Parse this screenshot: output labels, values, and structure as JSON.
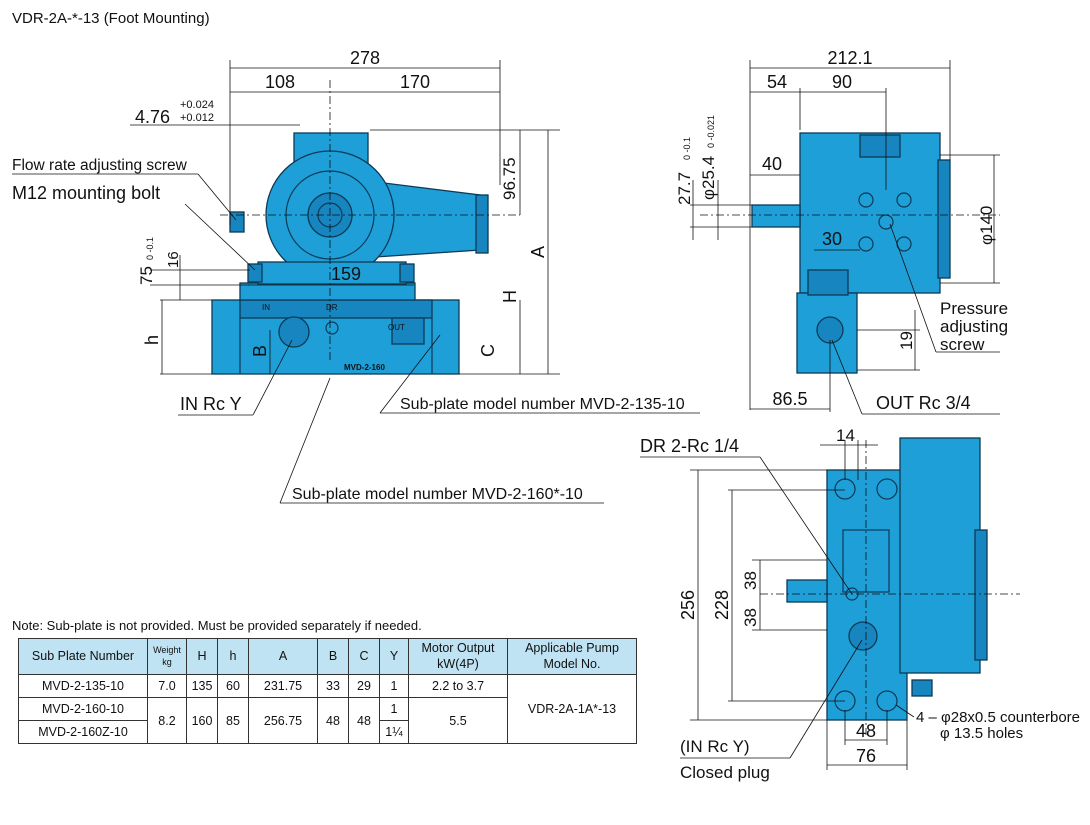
{
  "title": "VDR-2A-*-13 (Foot Mounting)",
  "note": "Note: Sub-plate is not provided. Must be provided separately if needed.",
  "colors": {
    "pump_body": "#1e9fd8",
    "header_fill": "#bfe3f2"
  },
  "front_view": {
    "dims": {
      "overall": "278",
      "left": "108",
      "right": "170",
      "height_upper": "96.75",
      "a": "A",
      "h_cap": "H",
      "c": "C",
      "h_low": "h",
      "b": "B",
      "foot_span": "159",
      "d16": "16",
      "d75": "75",
      "d75_tol": "0 -0.1",
      "shaft": "4.76",
      "shaft_tol_plus": "+0.024",
      "shaft_tol_minus": "+0.012"
    },
    "labels": {
      "flow_screw": "Flow rate adjusting screw",
      "mount_bolt": "M12 mounting bolt",
      "in_port": "IN Rc Y",
      "subplate_135": "Sub-plate model number MVD-2-135-10",
      "subplate_160": "Sub-plate model number MVD-2-160*-10",
      "plate_text": "MVD-2-160",
      "mark_in": "IN",
      "mark_dr": "DR",
      "mark_out": "OUT"
    }
  },
  "side_view": {
    "dims": {
      "overall": "212.1",
      "d54": "54",
      "d90": "90",
      "d40": "40",
      "d30": "30",
      "d140": "φ140",
      "d27": "27.7",
      "d27_tol": "0 -0.1",
      "d25": "φ25.4",
      "d25_tol": "0 -0.021",
      "d19": "19",
      "d865": "86.5"
    },
    "labels": {
      "pressure_screw": "Pressure adjusting screw",
      "out_port": "OUT Rc 3/4"
    }
  },
  "bottom_view": {
    "dims": {
      "d14": "14",
      "d256": "256",
      "d228": "228",
      "d38a": "38",
      "d38b": "38",
      "d48": "48",
      "d76": "76"
    },
    "labels": {
      "dr_port": "DR 2-Rc 1/4",
      "counterbore": "4 – φ28x0.5 counterbore",
      "holes": "φ 13.5 holes",
      "in_port": "(IN Rc Y)",
      "closed_plug": "Closed plug"
    }
  },
  "table": {
    "headers": [
      "Sub Plate Number",
      "Weight kg",
      "H",
      "h",
      "A",
      "B",
      "C",
      "Y",
      "Motor Output kW(4P)",
      "Applicable Pump Model No."
    ],
    "rows": [
      {
        "sub": "MVD-2-135-10",
        "weight": "7.0",
        "H": "135",
        "h": "60",
        "A": "231.75",
        "B": "33",
        "C": "29",
        "Y": "1",
        "motor": "2.2 to 3.7"
      },
      {
        "sub": "MVD-2-160-10",
        "Y": "1"
      },
      {
        "sub": "MVD-2-160Z-10",
        "Y": "1¼"
      }
    ],
    "merged": {
      "weight": "8.2",
      "H": "160",
      "h": "85",
      "A": "256.75",
      "B": "48",
      "C": "48",
      "motor": "5.5",
      "model": "VDR-2A-1A*-13"
    }
  }
}
